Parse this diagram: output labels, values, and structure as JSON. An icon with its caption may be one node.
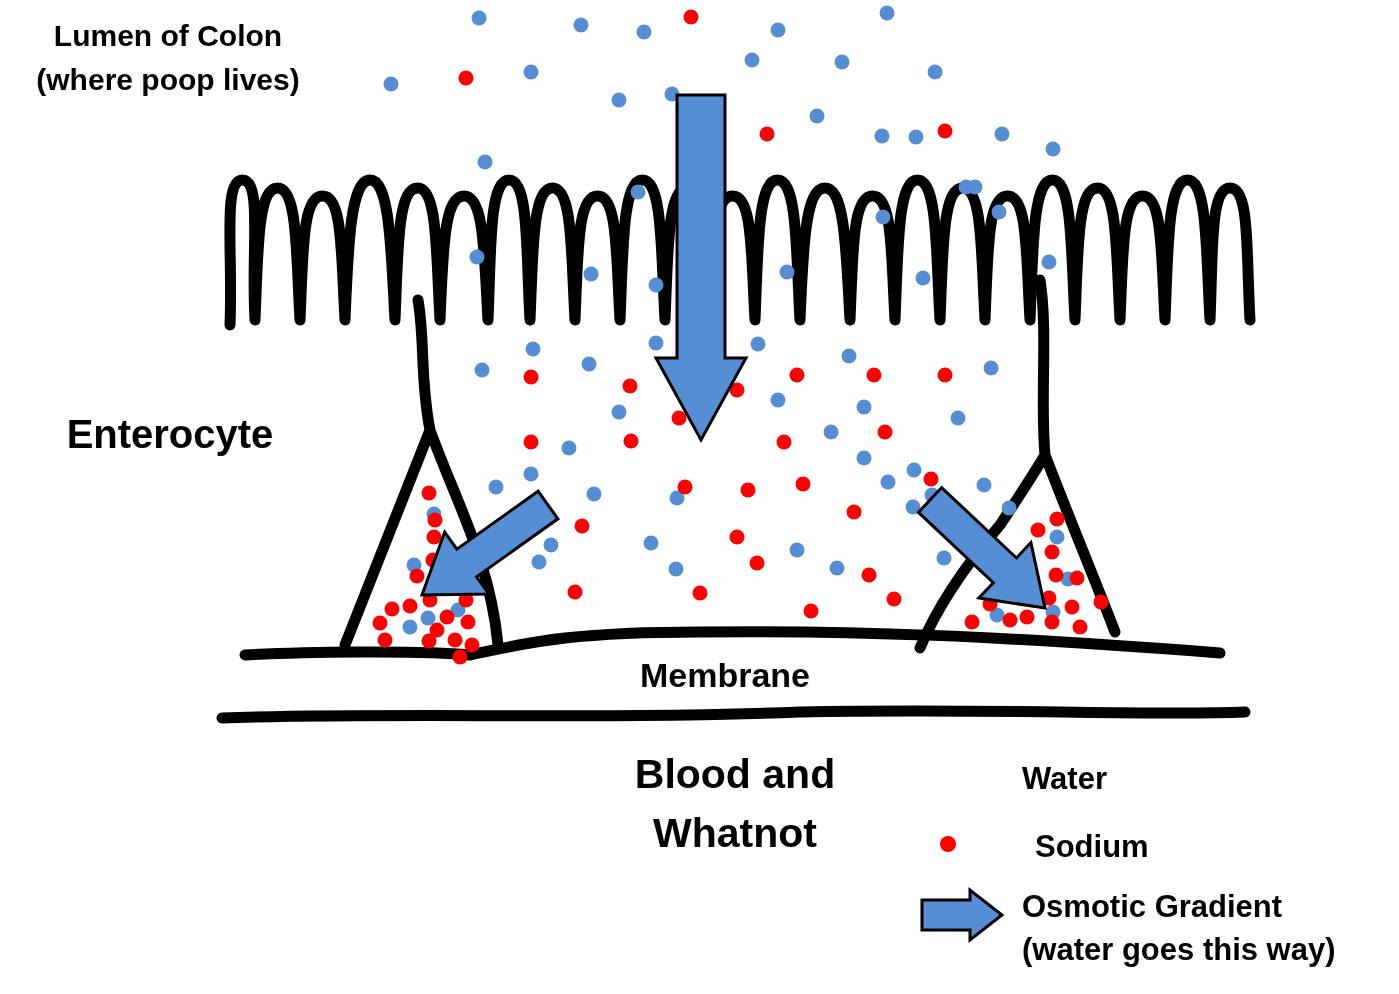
{
  "diagram": {
    "labels": [
      "Lumen of Colon (where poop lives)",
      "Enterocyte",
      "Membrane",
      "Blood and Whatnot"
    ],
    "legend": [
      {
        "text": "Water"
      },
      {
        "text": "Sodium",
        "color": "#ff0000"
      },
      {
        "text": "Osmotic Gradient (water goes this way)"
      }
    ]
  }
}
